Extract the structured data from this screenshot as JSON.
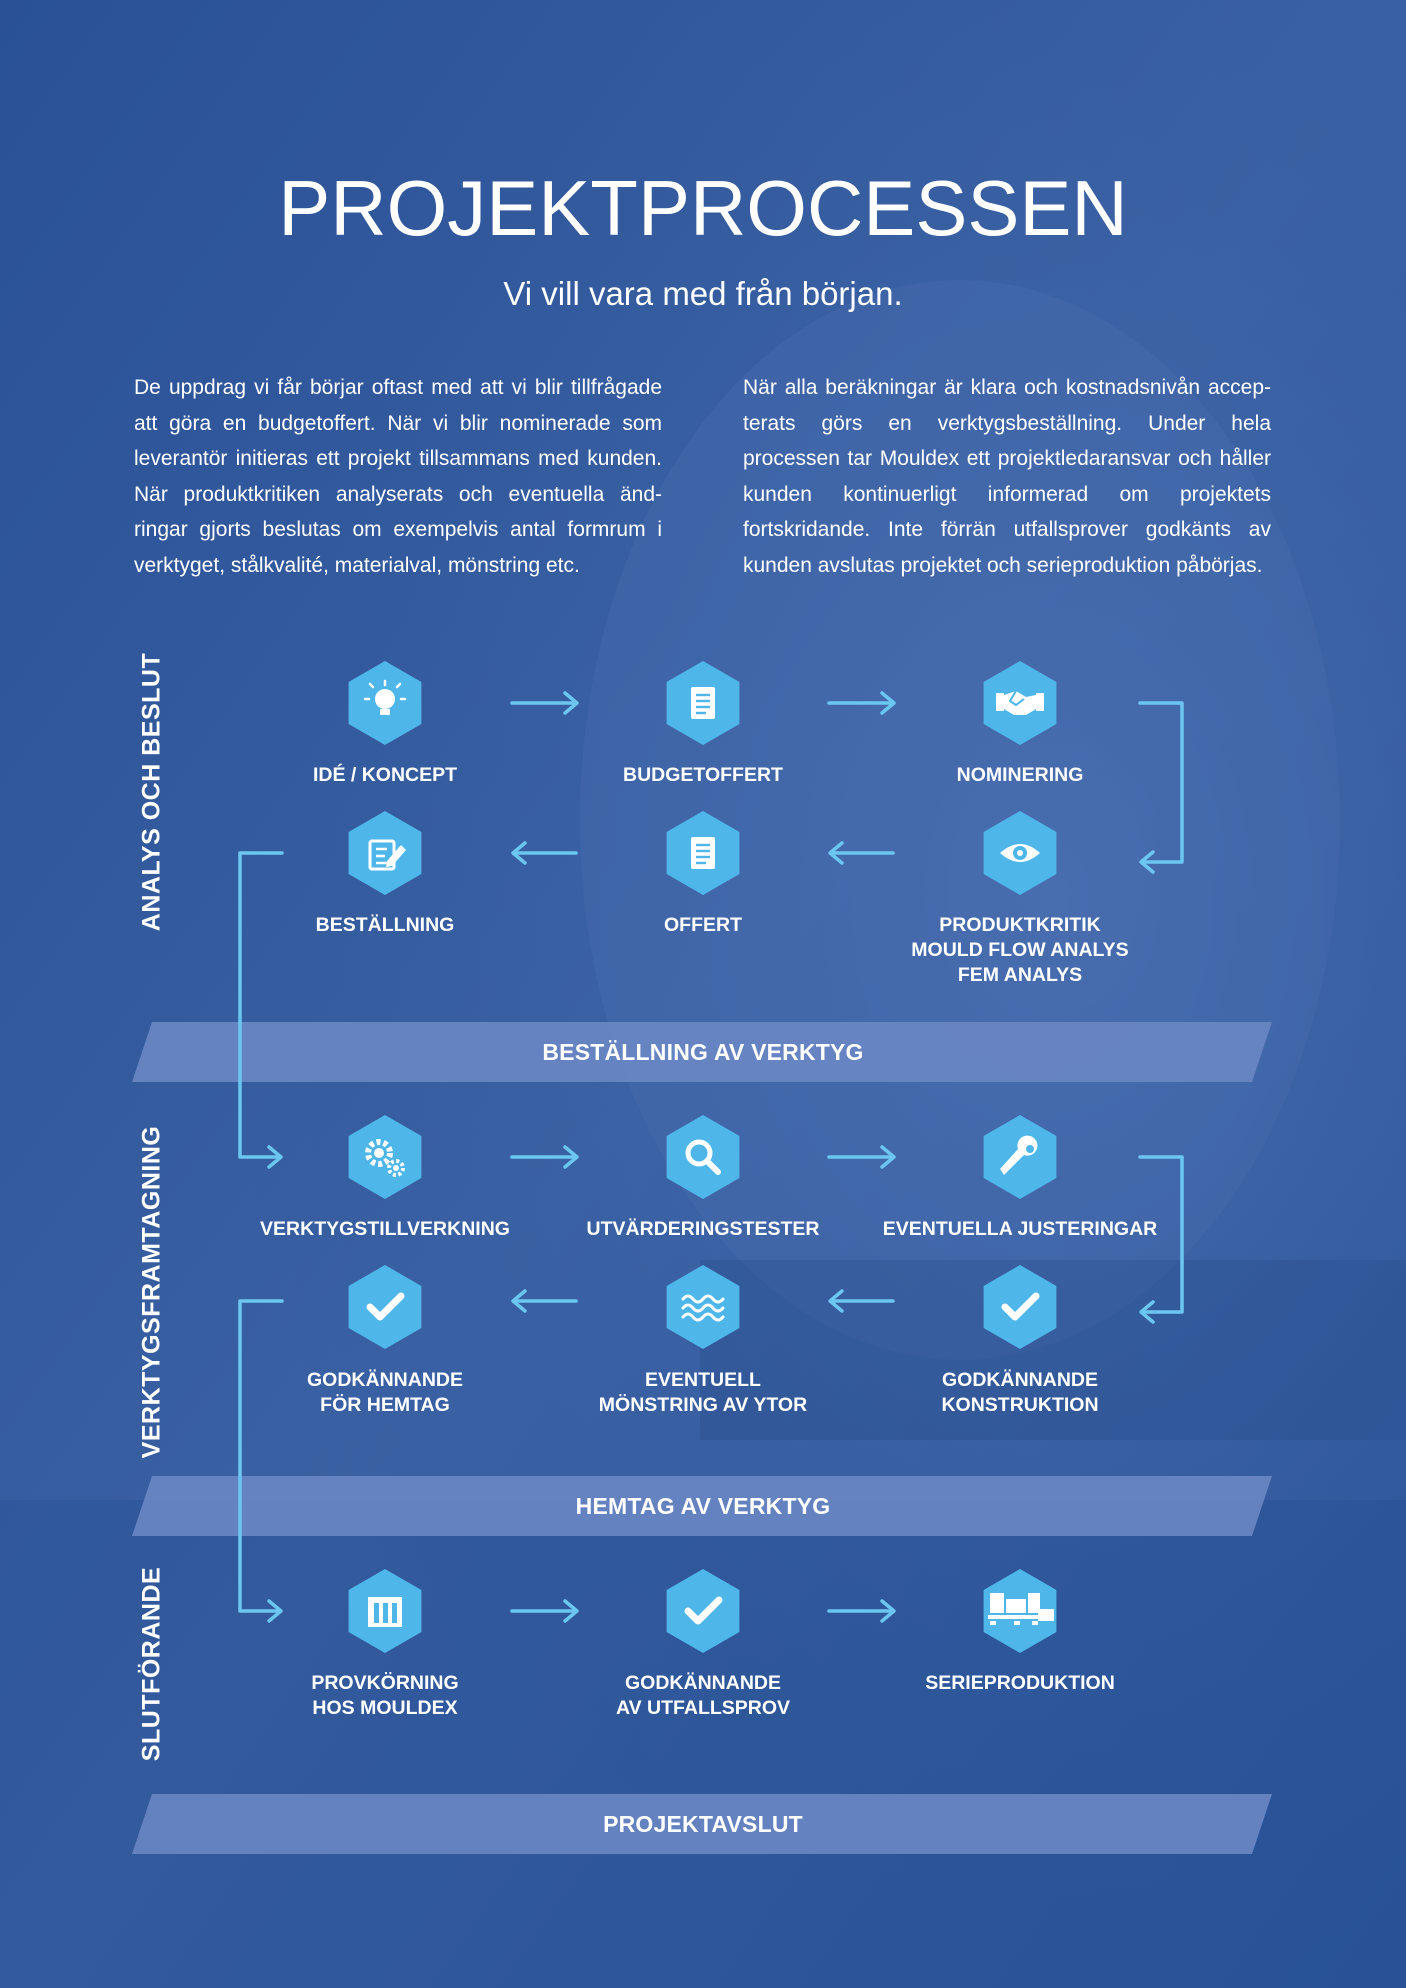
{
  "header": {
    "title": "PROJEKTPROCESSEN",
    "subtitle": "Vi vill vara med från början."
  },
  "intro": {
    "left": "De uppdrag vi får börjar oftast med att vi blir tillfrågade att göra en budgetoffert. När vi blir nominerade som leverantör initieras ett projekt tillsammans med kunden. När produktkritiken analyserats och eventuella änd-ringar gjorts beslutas om exempelvis antal formrum i verktyget, stålkvalité, materialval, mönstring etc.",
    "right": "När alla beräkningar är klara och kostnadsnivån accep-terats görs en verktygsbeställning. Under hela processen tar Mouldex ett projektledaransvar och håller kunden kontinuerligt informerad om projektets fortskridande. Inte förrän utfallsprover godkänts av kunden avslutas projektet och serieproduktion påbörjas."
  },
  "phases": [
    {
      "label": "ANALYS OCH BESLUT"
    },
    {
      "label": "VERKTYGSFRAMTAGNING"
    },
    {
      "label": "SLUTFÖRANDE"
    }
  ],
  "bands": [
    {
      "label": "BESTÄLLNING AV VERKTYG"
    },
    {
      "label": "HEMTAG AV VERKTYG"
    },
    {
      "label": "PROJEKTAVSLUT"
    }
  ],
  "steps": [
    {
      "lines": [
        "IDÉ / KONCEPT"
      ],
      "icon": "lightbulb-icon"
    },
    {
      "lines": [
        "BUDGETOFFERT"
      ],
      "icon": "document-icon"
    },
    {
      "lines": [
        "NOMINERING"
      ],
      "icon": "handshake-icon"
    },
    {
      "lines": [
        "PRODUKTKRITIK",
        "MOULD FLOW ANALYS",
        "FEM ANALYS"
      ],
      "icon": "eye-icon"
    },
    {
      "lines": [
        "OFFERT"
      ],
      "icon": "document-icon"
    },
    {
      "lines": [
        "BESTÄLLNING"
      ],
      "icon": "edit-icon"
    },
    {
      "lines": [
        "VERKTYGSTILLVERKNING"
      ],
      "icon": "gears-icon"
    },
    {
      "lines": [
        "UTVÄRDERINGSTESTER"
      ],
      "icon": "magnifier-icon"
    },
    {
      "lines": [
        "EVENTUELLA JUSTERINGAR"
      ],
      "icon": "wrench-icon"
    },
    {
      "lines": [
        "GODKÄNNANDE",
        "KONSTRUKTION"
      ],
      "icon": "check-icon"
    },
    {
      "lines": [
        "EVENTUELL",
        "MÖNSTRING AV YTOR"
      ],
      "icon": "waves-icon"
    },
    {
      "lines": [
        "GODKÄNNANDE",
        "FÖR HEMTAG"
      ],
      "icon": "check-icon"
    },
    {
      "lines": [
        "PROVKÖRNING",
        "HOS MOULDEX"
      ],
      "icon": "mouldex-logo-icon"
    },
    {
      "lines": [
        "GODKÄNNANDE",
        "AV UTFALLSPROV"
      ],
      "icon": "check-icon"
    },
    {
      "lines": [
        "SERIEPRODUKTION"
      ],
      "icon": "pallet-icon"
    }
  ],
  "colors": {
    "background": "#2d5698",
    "hexagon": "#4fb6ea",
    "arrow": "#6cc6f2",
    "band": "#6a86c4"
  }
}
